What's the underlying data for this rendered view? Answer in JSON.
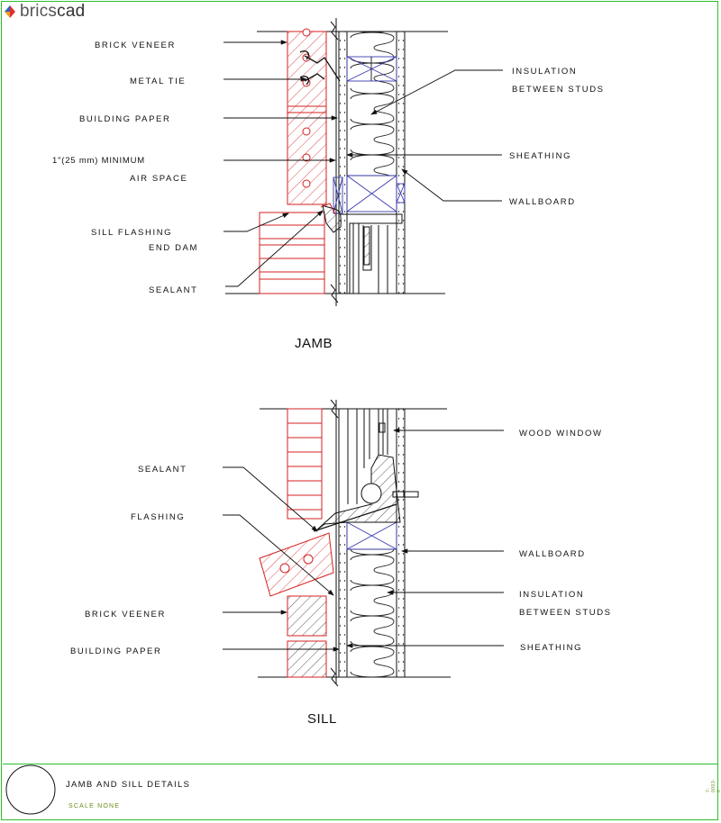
{
  "brand": {
    "name_prefix": "brics",
    "name_suffix": "cad"
  },
  "jamb": {
    "title": "JAMB",
    "labels": {
      "brick_veneer": "BRICK VENEER",
      "metal_tie": "METAL TIE",
      "building_paper": "BUILDING PAPER",
      "air_space_1": "1\"(25 mm) MINIMUM",
      "air_space_2": "AIR SPACE",
      "sill_flashing": "SILL FLASHING",
      "end_dam": "END DAM",
      "sealant": "SEALANT",
      "insulation_1": "INSULATION",
      "insulation_2": "BETWEEN STUDS",
      "sheathing": "SHEATHING",
      "wallboard": "WALLBOARD"
    }
  },
  "sill": {
    "title": "SILL",
    "labels": {
      "wood_window": "WOOD WINDOW",
      "sealant": "SEALANT",
      "flashing": "FLASHING",
      "wallboard": "WALLBOARD",
      "insulation_1": "INSULATION",
      "insulation_2": "BETWEEN STUDS",
      "brick_veneer": "BRICK VEENER",
      "building_paper": "BUILDING PAPER",
      "sheathing": "SHEATHING"
    }
  },
  "title_block": {
    "title": "JAMB AND SILL DETAILS",
    "scale": "SCALE NONE",
    "code": "7-0003-0"
  },
  "colors": {
    "frame": "#2bbf2b",
    "masonry": "#d42020",
    "insulation_batt": "#333333",
    "blocking": "#3a3ab0",
    "line": "#111111",
    "note": "#6a8a1a"
  }
}
